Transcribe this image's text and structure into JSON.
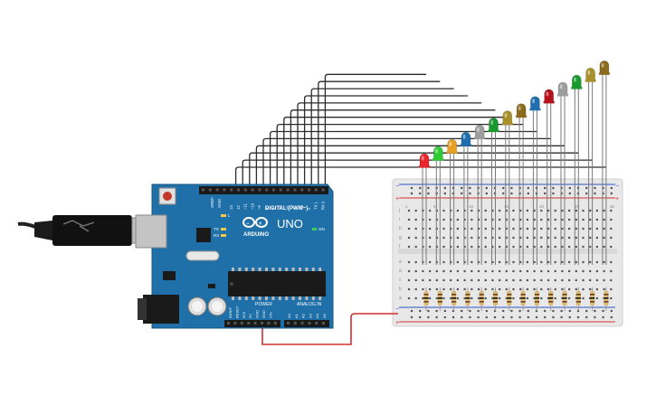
{
  "board": {
    "brand": "ARDUINO",
    "model": "UNO",
    "digital_label": "DIGITAL (PWM~)",
    "power_label": "POWER",
    "analog_label": "ANALOG IN",
    "on_label": "ON",
    "tx_label": "TX",
    "rx_label": "RX",
    "l_label": "L",
    "aref_label": "AREF",
    "gnd_label": "GND",
    "digital_pins": [
      "13",
      "12",
      "~11",
      "~10",
      "~9",
      "8",
      "7",
      "~6",
      "~5",
      "4",
      "~3",
      "2",
      "TX 1",
      "RX 0"
    ],
    "power_pins": [
      "IOREF",
      "RESET",
      "3V3",
      "5V",
      "GND",
      "GND",
      "VIN"
    ],
    "analog_pins": [
      "A0",
      "A1",
      "A2",
      "A3",
      "A4",
      "A5"
    ]
  },
  "breadboard": {
    "top_row_letters": [
      "j",
      "i",
      "h",
      "g",
      "f"
    ],
    "bottom_row_letters": [
      "e",
      "d",
      "c",
      "b",
      "a"
    ],
    "column_numbers": [
      "1",
      "5",
      "10",
      "15",
      "20",
      "25",
      "30"
    ],
    "plus_sign": "+",
    "minus_sign": "−"
  },
  "leds": [
    {
      "color": "#e8262b"
    },
    {
      "color": "#2ecc32"
    },
    {
      "color": "#e6a023"
    },
    {
      "color": "#1f6fb0"
    },
    {
      "color": "#9e9e9e"
    },
    {
      "color": "#1a9a2e"
    },
    {
      "color": "#a8912a"
    },
    {
      "color": "#8c6a1c"
    },
    {
      "color": "#1f6fb0"
    },
    {
      "color": "#b5121b"
    },
    {
      "color": "#9e9e9e"
    },
    {
      "color": "#1a9a2e"
    },
    {
      "color": "#a8912a"
    },
    {
      "color": "#8c6a1c"
    }
  ],
  "colors": {
    "board": "#1f6fa8",
    "wire": "#2b2b2b",
    "ground_wire": "#d32f2f",
    "breadboard": "#e6e6e6"
  }
}
